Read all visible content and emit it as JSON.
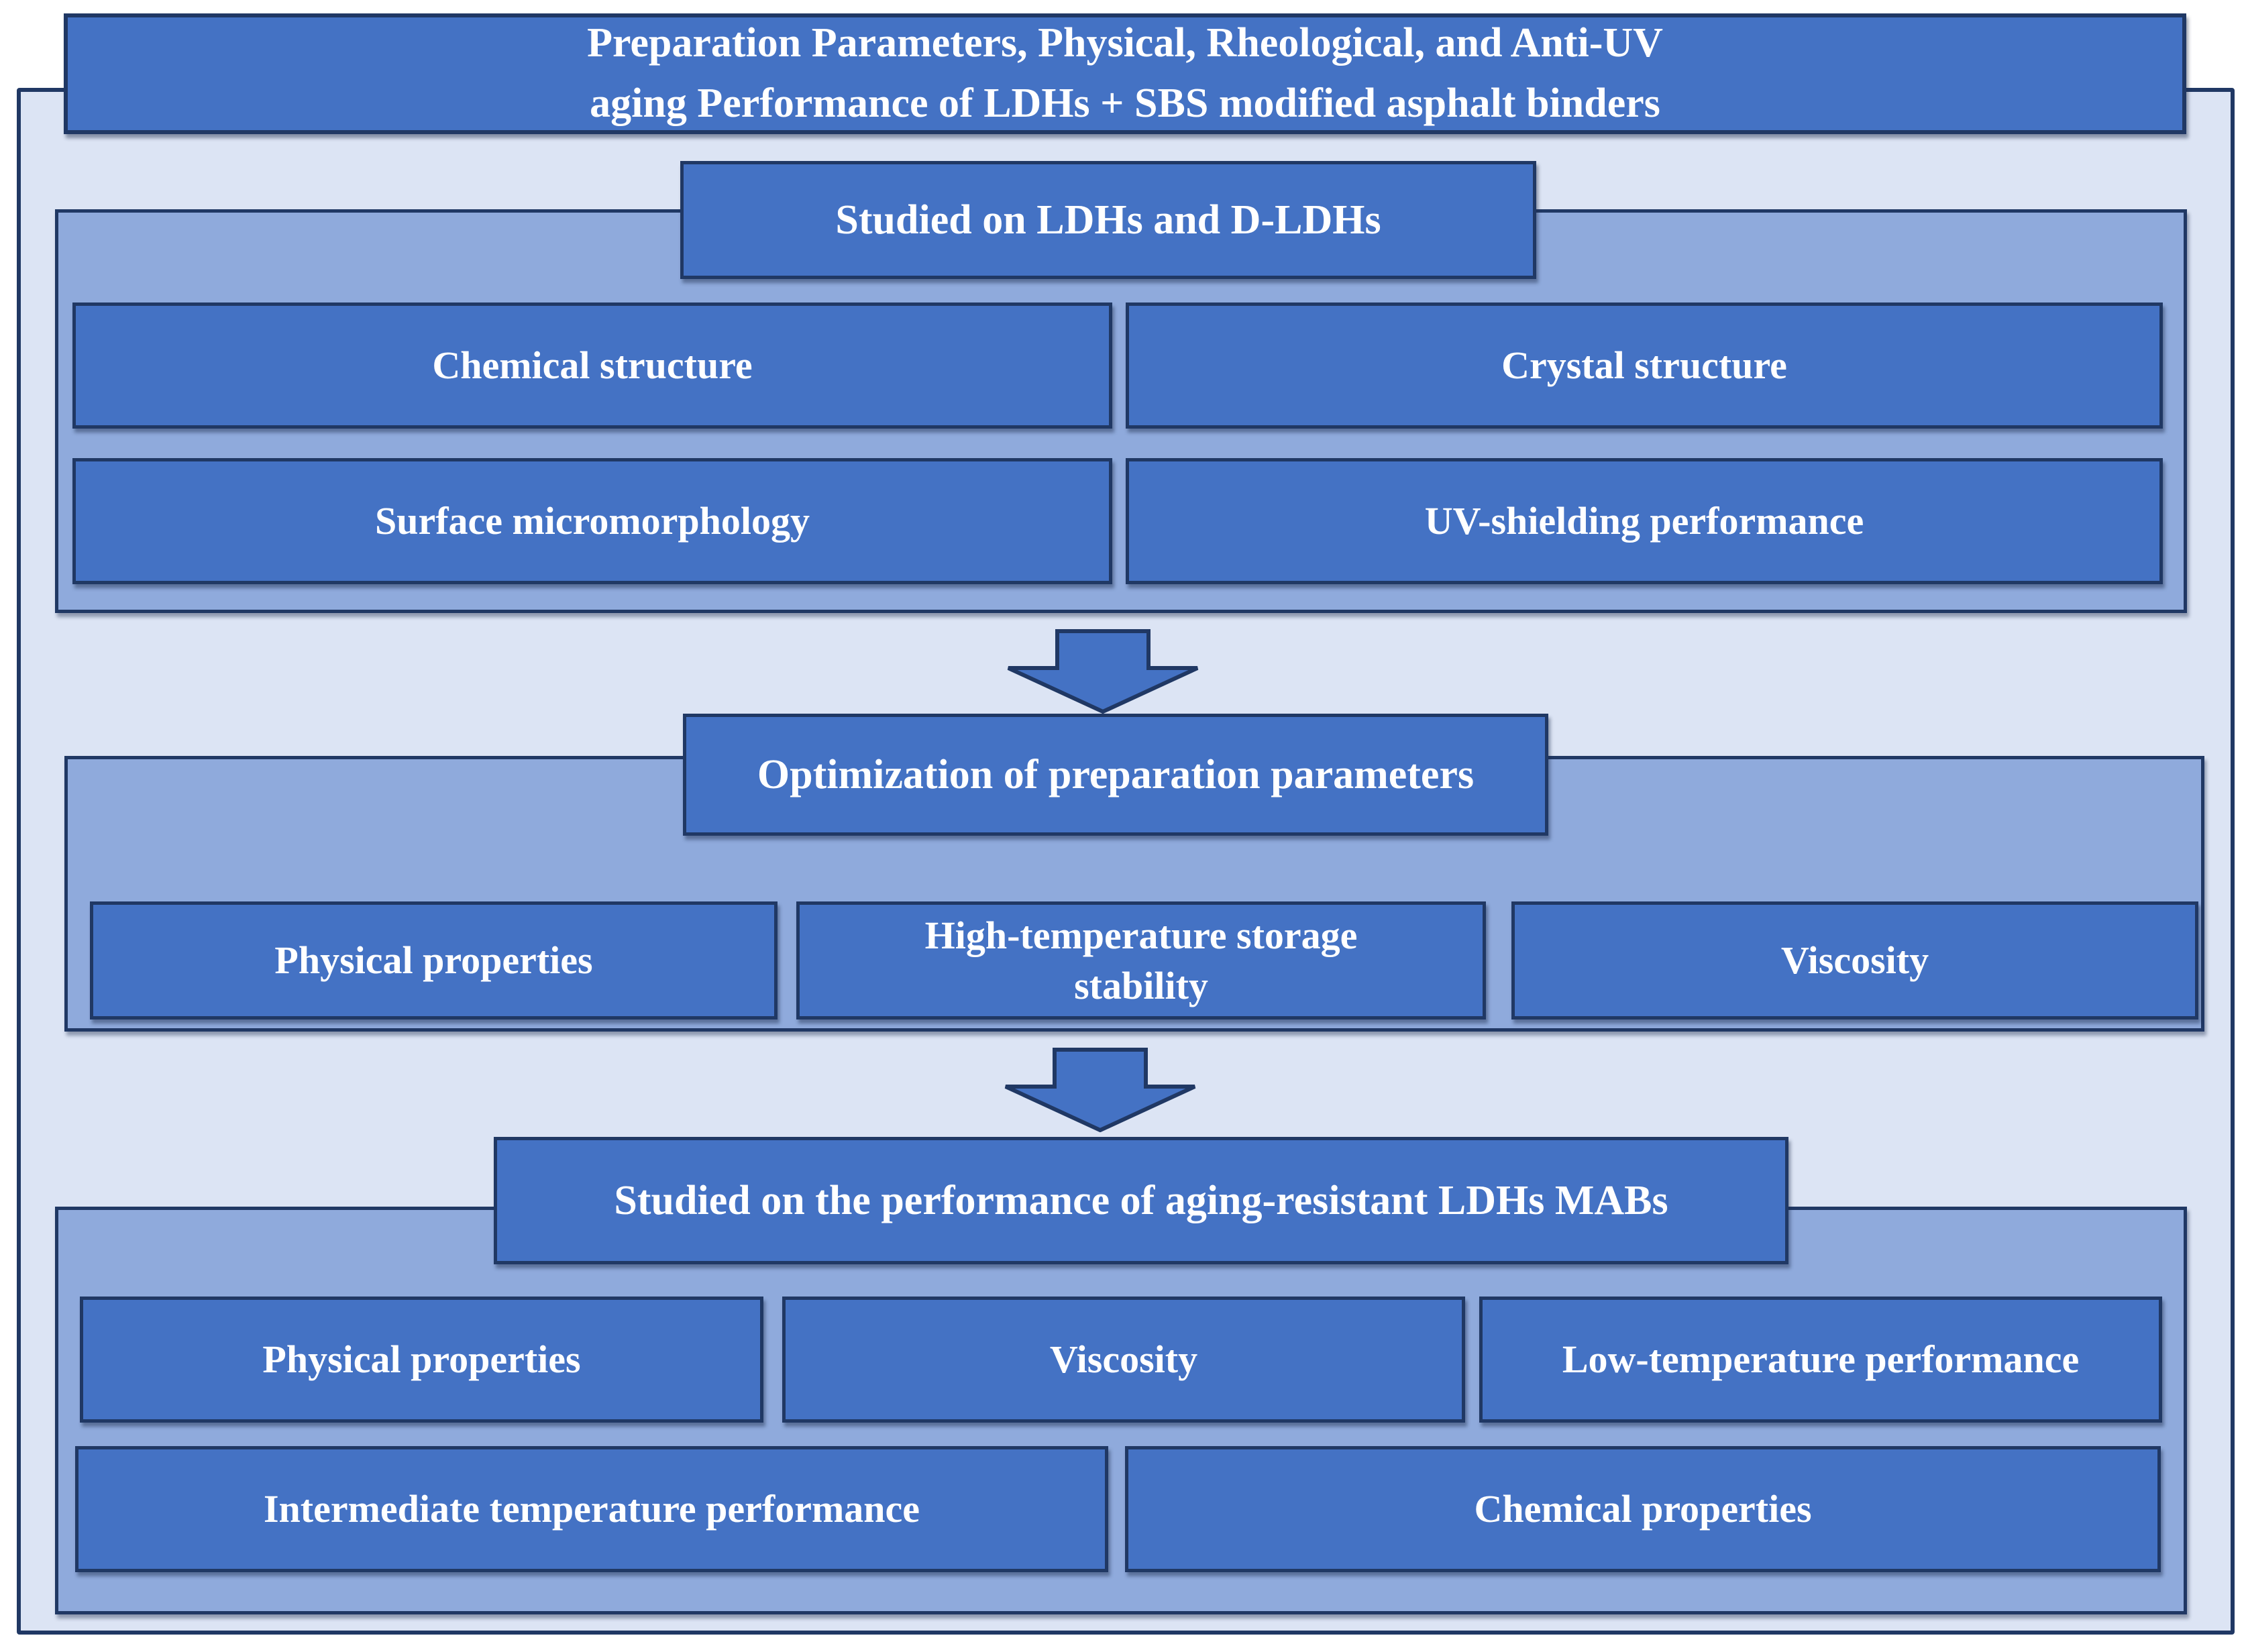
{
  "title": "Preparation Parameters, Physical, Rheological, and Anti-UV\naging Performance of LDHs + SBS modified asphalt binders",
  "sections": [
    {
      "header": "Studied on LDHs and D-LDHs",
      "boxes": [
        "Chemical structure",
        "Crystal structure",
        "Surface micromorphology",
        "UV-shielding performance"
      ]
    },
    {
      "header": "Optimization of preparation parameters",
      "boxes": [
        "Physical properties",
        "High-temperature storage\nstability",
        "Viscosity"
      ]
    },
    {
      "header": "Studied on the performance of aging-resistant LDHs MABs",
      "boxes": [
        "Physical properties",
        "Viscosity",
        "Low-temperature performance",
        "Intermediate temperature performance",
        "Chemical properties"
      ]
    }
  ],
  "icons": [
    "down-arrow-icon",
    "down-arrow-icon"
  ],
  "colors": {
    "box_fill": "#4472C4",
    "panel_fill": "#8FAADC",
    "frame_fill": "#DCE4F4",
    "border": "#203864",
    "text": "#FFFFFF"
  }
}
